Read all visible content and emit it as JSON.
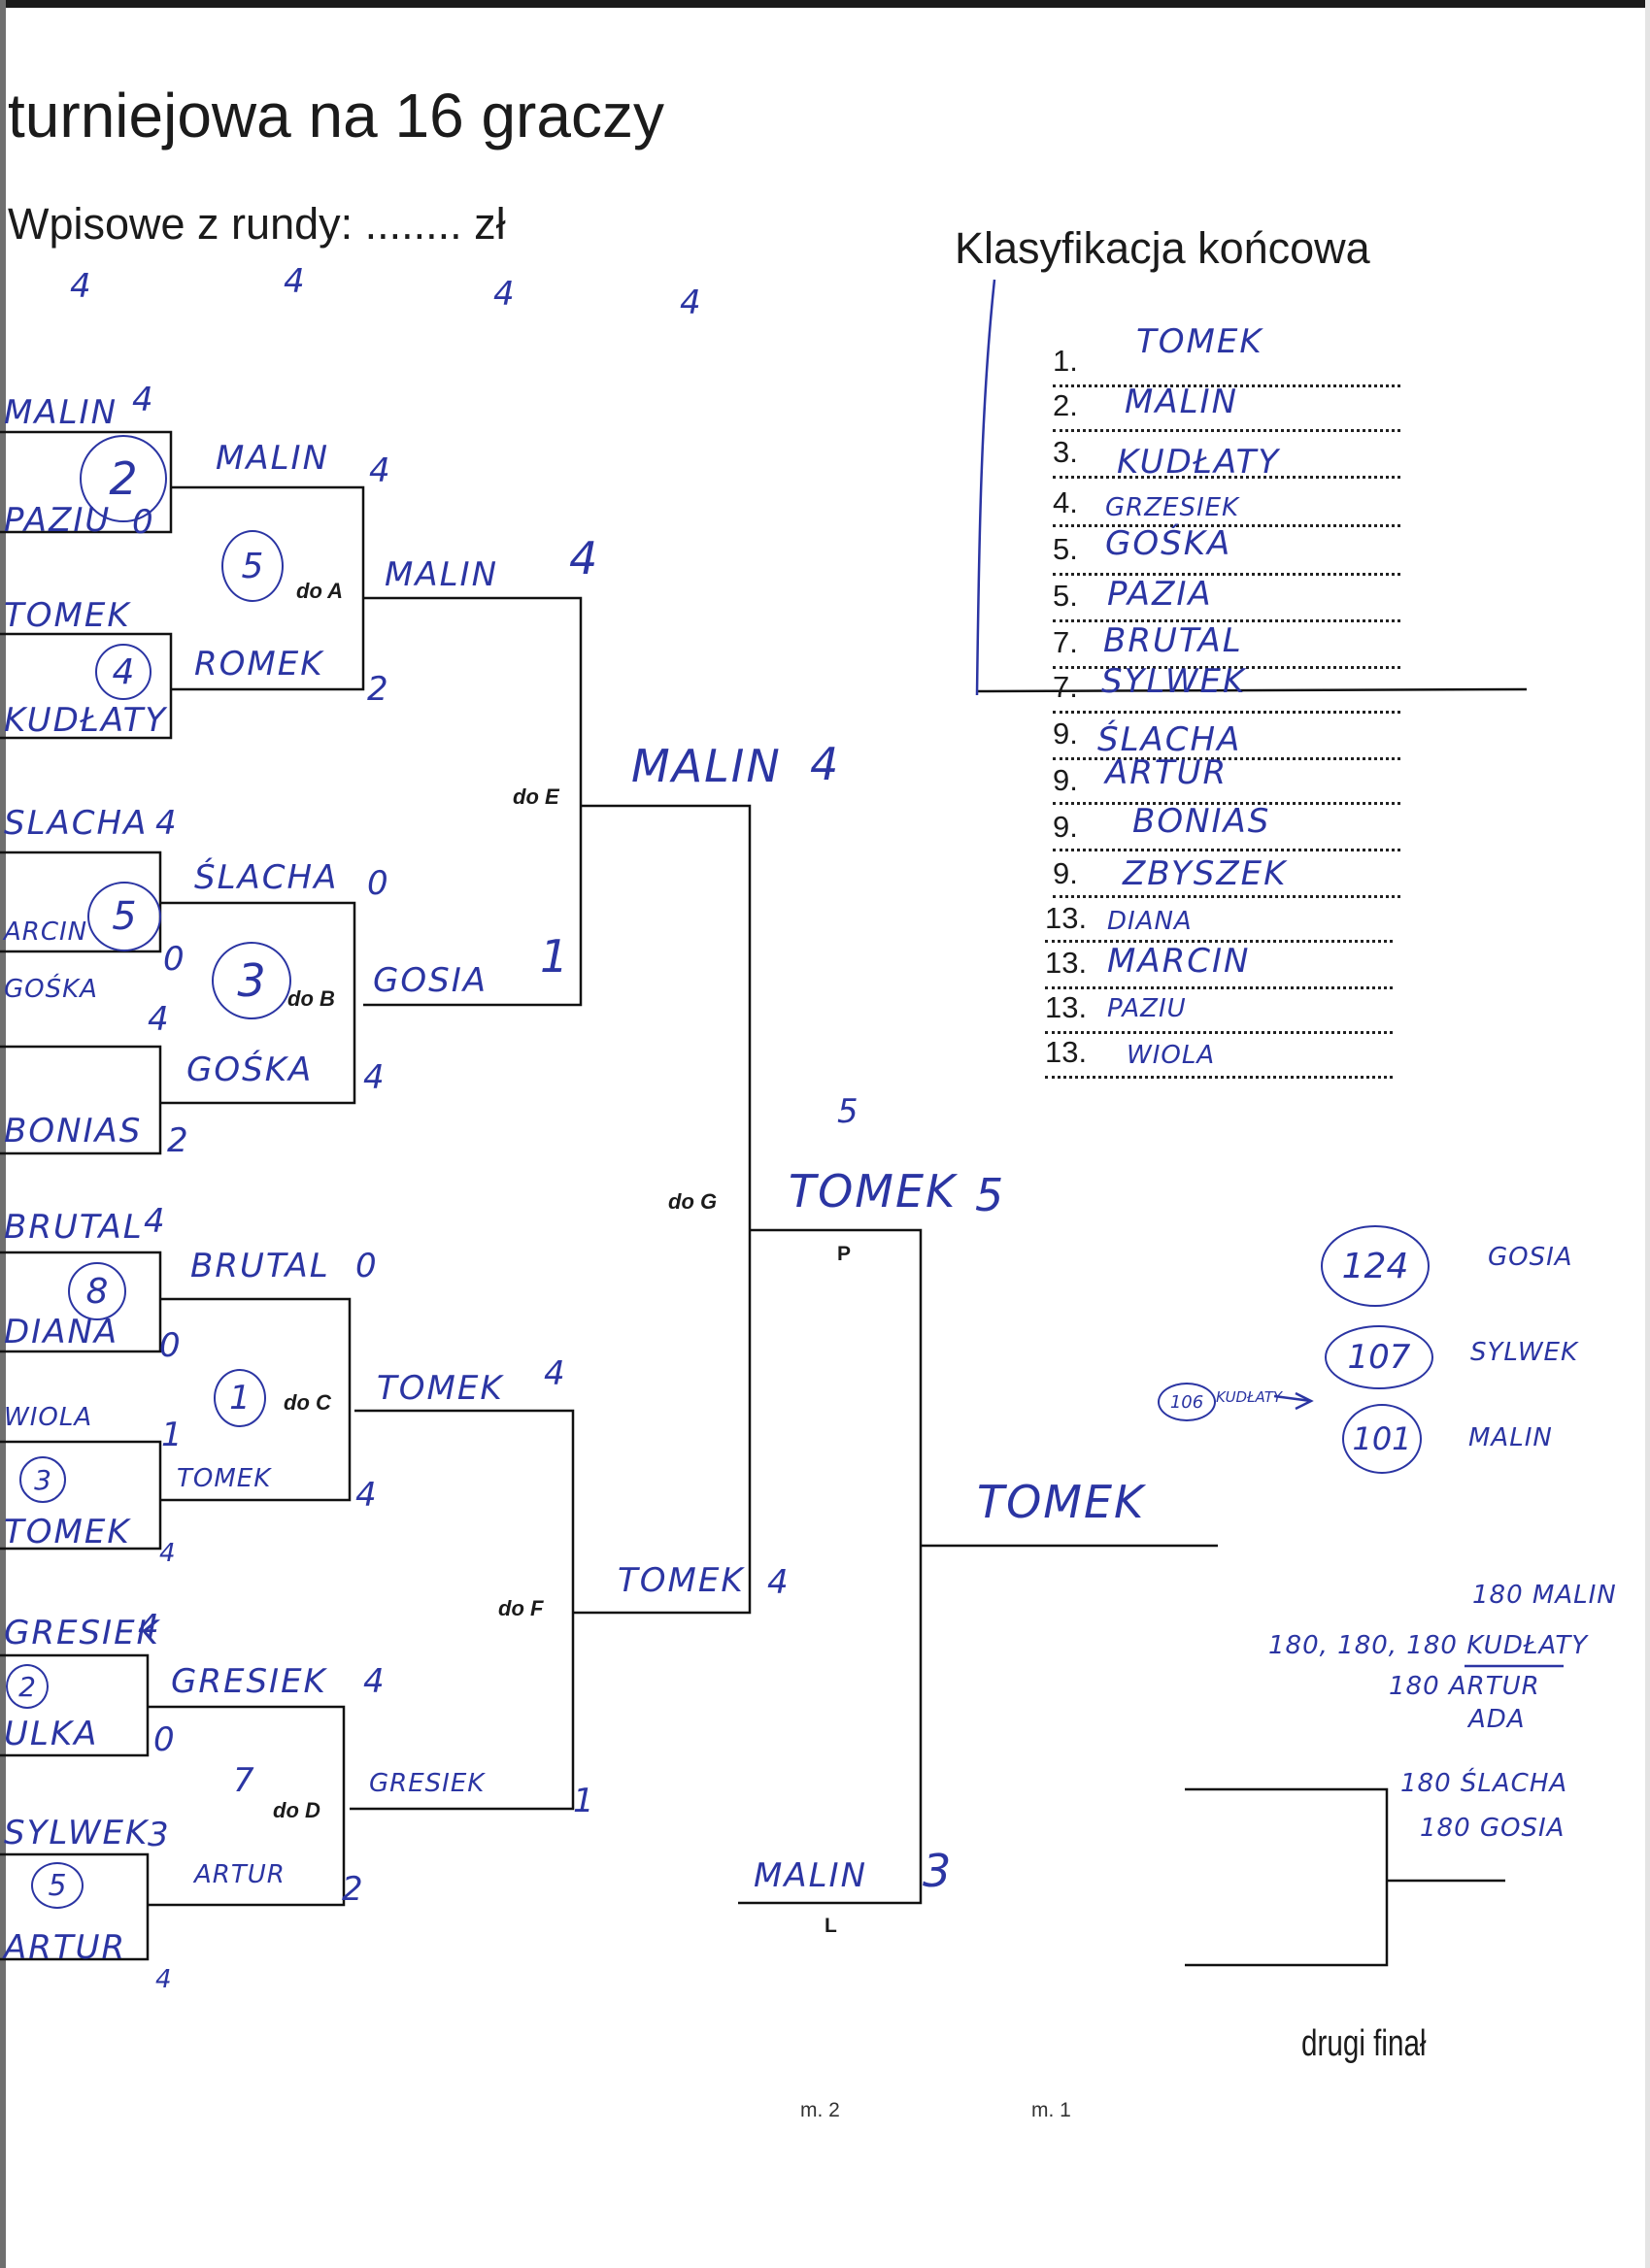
{
  "header": {
    "title": "turniejowa na 16 graczy",
    "entry_fee": "Wpisowe z rundy: ........ zł"
  },
  "round_fees": [
    "4",
    "4",
    "4",
    "4"
  ],
  "codes": {
    "a": "do A",
    "b": "do B",
    "c": "do C",
    "d": "do D",
    "e": "do E",
    "f": "do F",
    "g": "do G",
    "p": "P",
    "l": "L"
  },
  "round1": [
    {
      "p1": "MALIN",
      "s1": "4",
      "p2": "PAZIU",
      "s2": "0",
      "board": "2"
    },
    {
      "p1": "TOMEK",
      "s1": "",
      "p2": "KUDŁATY",
      "s2": "",
      "board": "4"
    },
    {
      "p1": "SLACHA",
      "s1": "4",
      "p2": "ARCIN",
      "s2": "0",
      "board": "5"
    },
    {
      "p1": "GOŚKA",
      "s1": "4",
      "p2": "BONIAS",
      "s2": "2",
      "board": ""
    },
    {
      "p1": "BRUTAL",
      "s1": "4",
      "p2": "DIANA",
      "s2": "0",
      "board": "8"
    },
    {
      "p1": "WIOLA",
      "s1": "1",
      "p2": "TOMEK",
      "s2": "4",
      "board": "3"
    },
    {
      "p1": "GRESIEK",
      "s1": "4",
      "p2": "ULKA",
      "s2": "0",
      "board": "2"
    },
    {
      "p1": "SYLWEK",
      "s1": "3",
      "p2": "ARTUR",
      "s2": "4",
      "board": "5"
    }
  ],
  "round2": [
    {
      "name": "MALIN",
      "score": "4"
    },
    {
      "name": "ROMEK",
      "score": "2"
    },
    {
      "name": "ŚLACHA",
      "score": "0"
    },
    {
      "name": "GOŚKA",
      "score": "4"
    },
    {
      "name": "BRUTAL",
      "score": "0"
    },
    {
      "name": "TOMEK",
      "score": "4"
    },
    {
      "name": "GRESIEK",
      "score": "4"
    },
    {
      "name": "ARTUR",
      "score": "2"
    }
  ],
  "round2_boards": [
    "5",
    "3",
    "1",
    "7"
  ],
  "round3": [
    {
      "name": "MALIN",
      "score": "4"
    },
    {
      "name": "GOSIA",
      "score": "1"
    },
    {
      "name": "TOMEK",
      "score": "4"
    },
    {
      "name": "GRESIEK",
      "score": "1"
    }
  ],
  "round4": [
    {
      "name": "MALIN",
      "score": "4"
    },
    {
      "name": "TOMEK",
      "score": "4"
    }
  ],
  "final": {
    "top_name": "TOMEK",
    "top_score": "5",
    "bottom_name": "MALIN",
    "bottom_score": "3",
    "note_score": "5",
    "winner": "TOMEK"
  },
  "classification": {
    "title": "Klasyfikacja końcowa",
    "rows": [
      {
        "rank": "1.",
        "name": "TOMEK"
      },
      {
        "rank": "2.",
        "name": "MALIN"
      },
      {
        "rank": "3.",
        "name": "KUDŁATY"
      },
      {
        "rank": "4.",
        "name": "GRZESIEK"
      },
      {
        "rank": "5.",
        "name": "GOŚKA"
      },
      {
        "rank": "5.",
        "name": "PAZIA"
      },
      {
        "rank": "7.",
        "name": "BRUTAL"
      },
      {
        "rank": "7.",
        "name": "SYLWEK"
      },
      {
        "rank": "9.",
        "name": "ŚLACHA"
      },
      {
        "rank": "9.",
        "name": "ARTUR"
      },
      {
        "rank": "9.",
        "name": "BONIAS"
      },
      {
        "rank": "9.",
        "name": "ZBYSZEK"
      },
      {
        "rank": "13.",
        "name": "DIANA"
      },
      {
        "rank": "13.",
        "name": "MARCIN"
      },
      {
        "rank": "13.",
        "name": "PAZIU"
      },
      {
        "rank": "13.",
        "name": "WIOLA"
      }
    ]
  },
  "high_finishes": [
    {
      "value": "124",
      "name": "GOSIA"
    },
    {
      "value": "107",
      "name": "SYLWEK"
    },
    {
      "value": "101",
      "name": "MALIN"
    },
    {
      "value": "106",
      "name": "KUDŁATY"
    }
  ],
  "max_180": {
    "lines": [
      "180 MALIN",
      "180, 180, 180 KUDŁATY",
      "180 ARTUR",
      "ADA",
      "180 ŚLACHA",
      "180 GOSIA"
    ]
  },
  "footer": {
    "second_final": "drugi finał",
    "m2": "m. 2",
    "m1": "m. 1"
  }
}
